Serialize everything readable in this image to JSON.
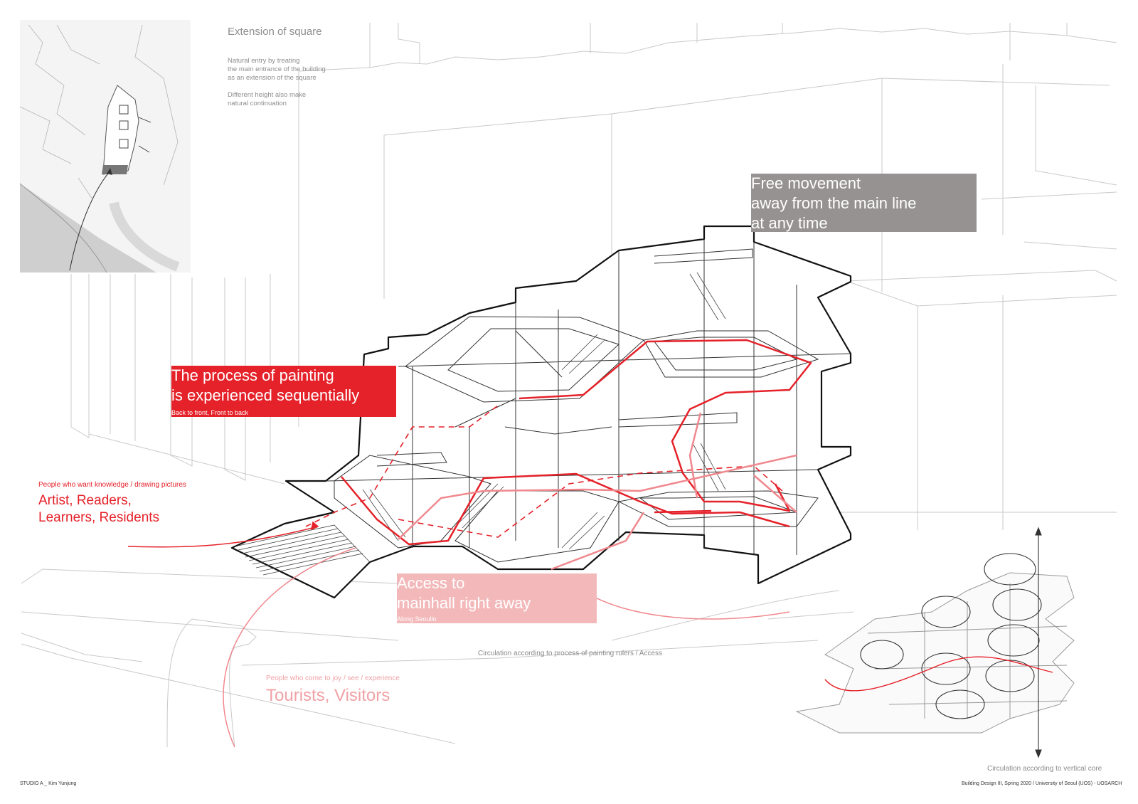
{
  "site_plan": {
    "title": "Extension of  square",
    "note1": [
      "Natural entry by treating",
      "the main entrance of the building",
      "as an extension of the square"
    ],
    "note2": [
      "Different height also make",
      "natural continuation"
    ]
  },
  "callouts": {
    "free_movement": [
      "Free movement",
      "away from the main line",
      "at any time"
    ],
    "painting_process": [
      "The process of painting",
      "is experienced sequentially"
    ],
    "painting_process_sub": "Back to front, Front to back",
    "mainhall_access": [
      "Access to",
      "mainhall right away"
    ],
    "mainhall_access_sub": "Along Seoullo"
  },
  "user_groups": {
    "artists_sub": "People who want knowledge / drawing pictures",
    "artists": [
      "Artist, Readers,",
      "Learners, Residents"
    ],
    "tourists_sub": "People who come to joy / see / experience",
    "tourists": "Tourists, Visitors"
  },
  "captions": {
    "main": "Circulation according to process of painting rulers / Access",
    "inset": "Circulation according to vertical core"
  },
  "footer": {
    "left": "STUDIO A _ Kim Yunjung",
    "right": "Building Design III, Spring 2020 / University of Seoul (UOS) - UOSARCH"
  },
  "colors": {
    "red": "#e52129",
    "pink": "#f3b8ba",
    "grey_box": "#979292",
    "line": "#bdbdbd"
  }
}
